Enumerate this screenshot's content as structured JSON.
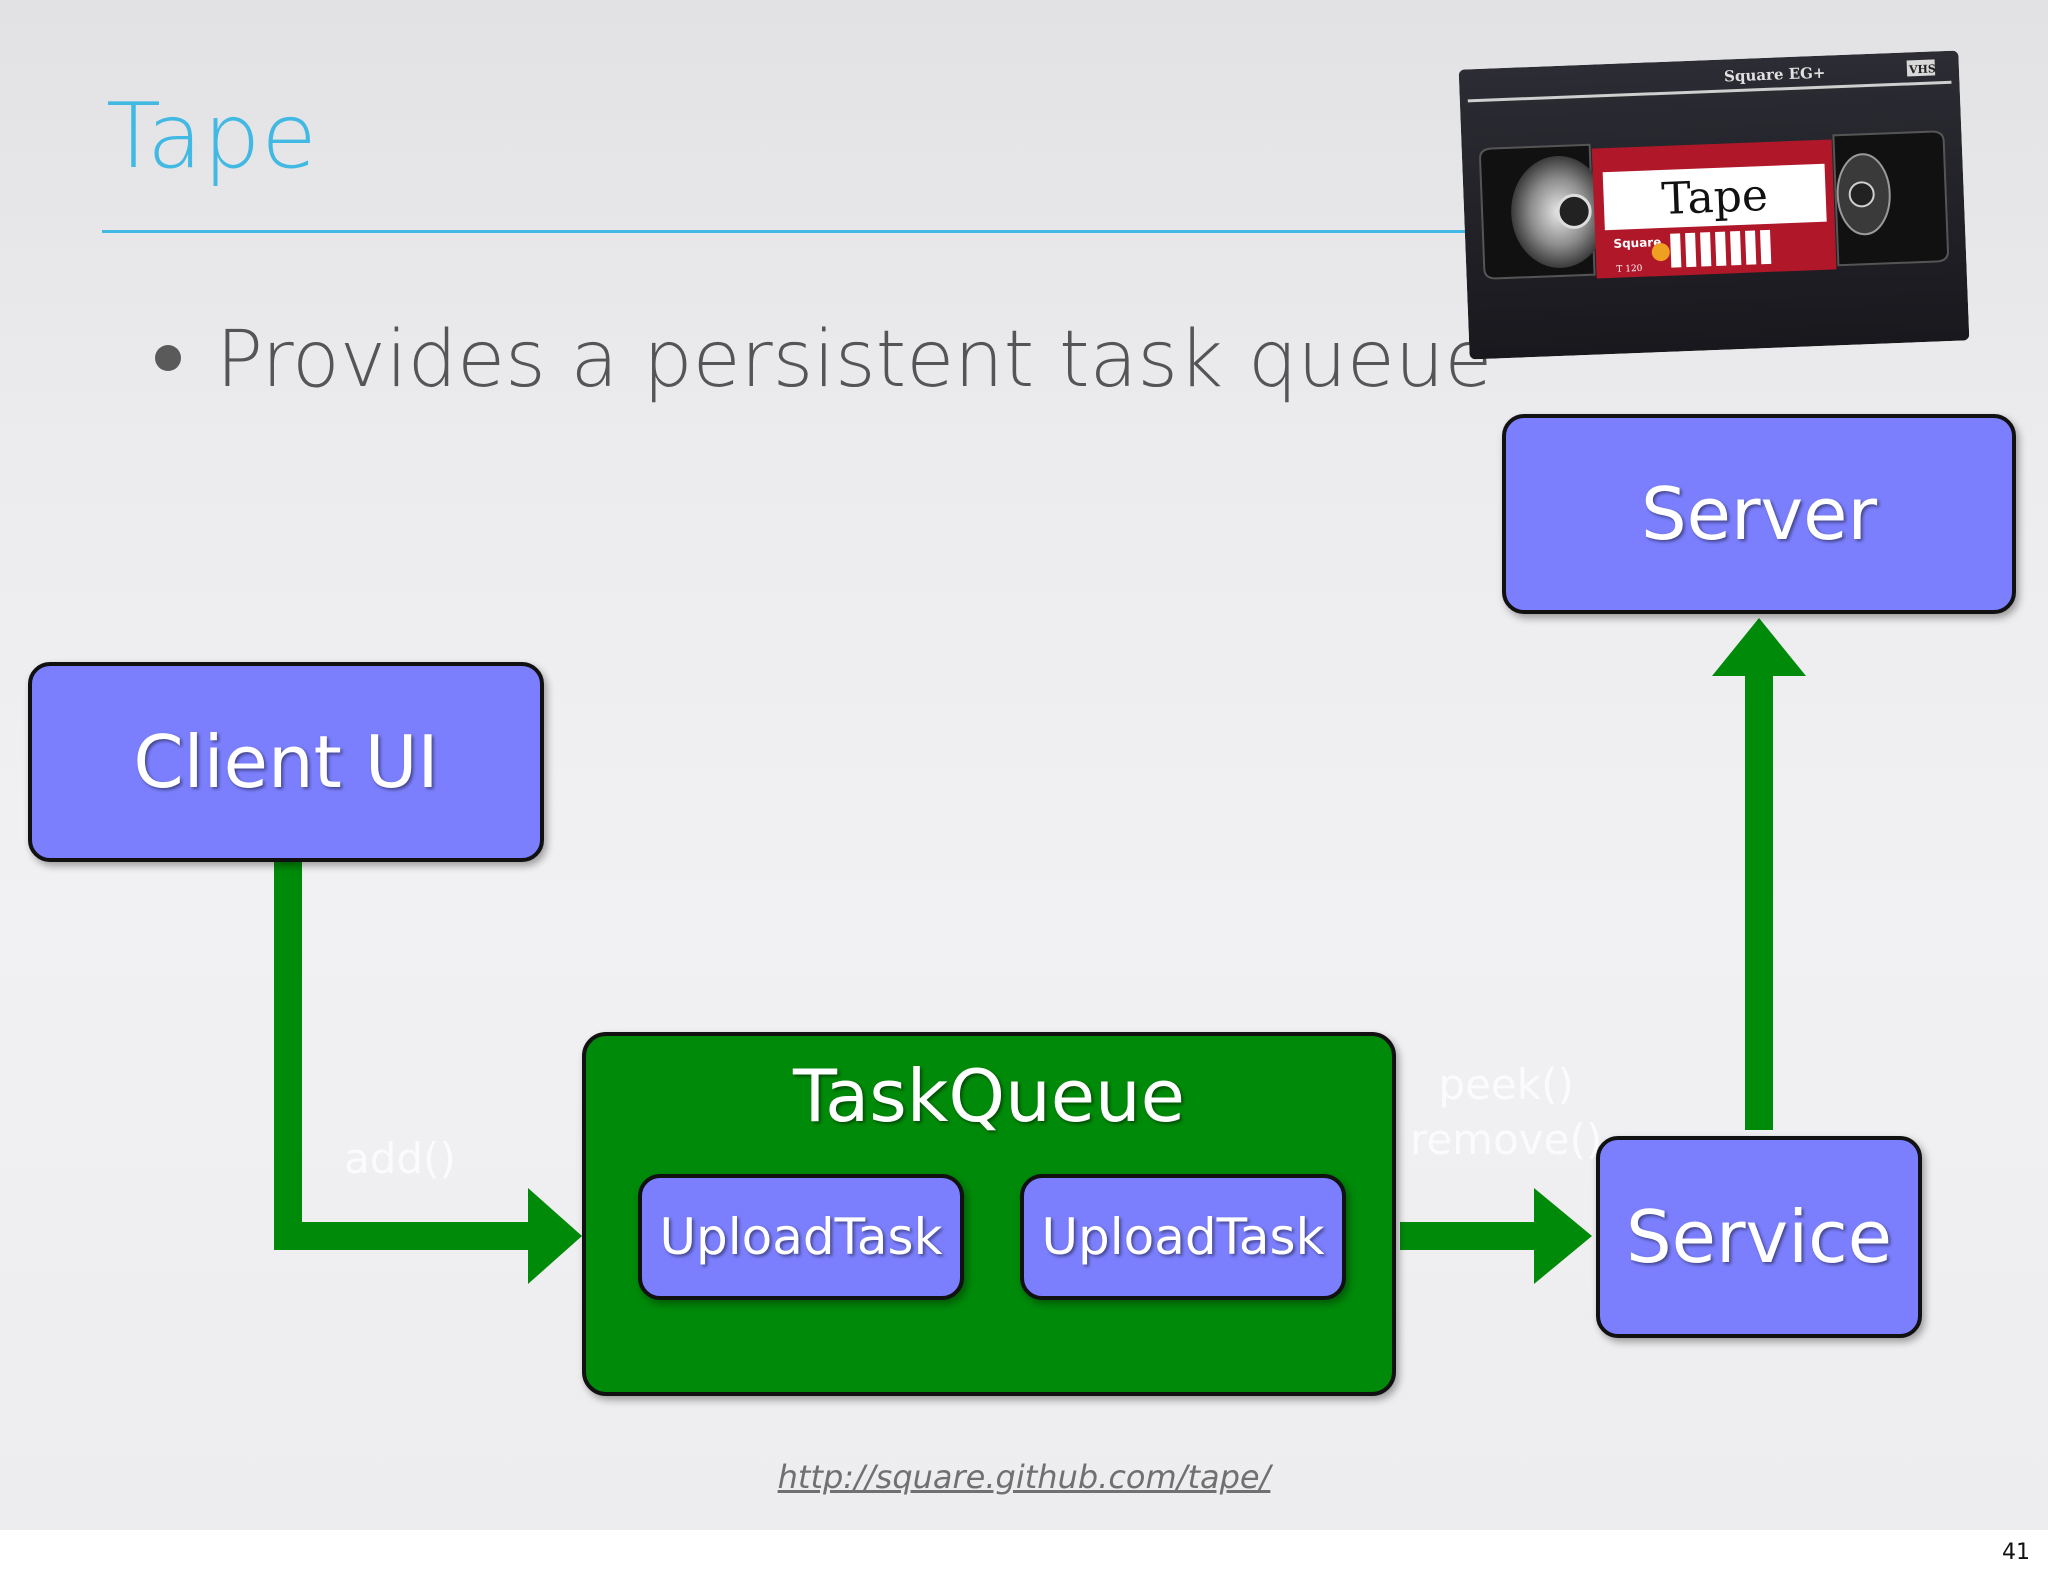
{
  "slide": {
    "title": "Tape",
    "bullet": "Provides a persistent task queue",
    "url": "http://square.github.com/tape/",
    "page_number": "41"
  },
  "cassette": {
    "brand": "Square EG+",
    "format": "VHS",
    "label_title": "Tape",
    "label_brand": "Square",
    "label_grade": "T 120"
  },
  "diagram": {
    "nodes": {
      "server": "Server",
      "client_ui": "Client UI",
      "task_queue": "TaskQueue",
      "upload_task_1": "UploadTask",
      "upload_task_2": "UploadTask",
      "service": "Service"
    },
    "edges": {
      "add": "add()",
      "peek": "peek()",
      "remove": "remove()"
    }
  },
  "colors": {
    "title": "#41b9e3",
    "node_fill": "#7b7ffd",
    "queue_fill": "#008a09",
    "arrow": "#008a09"
  }
}
